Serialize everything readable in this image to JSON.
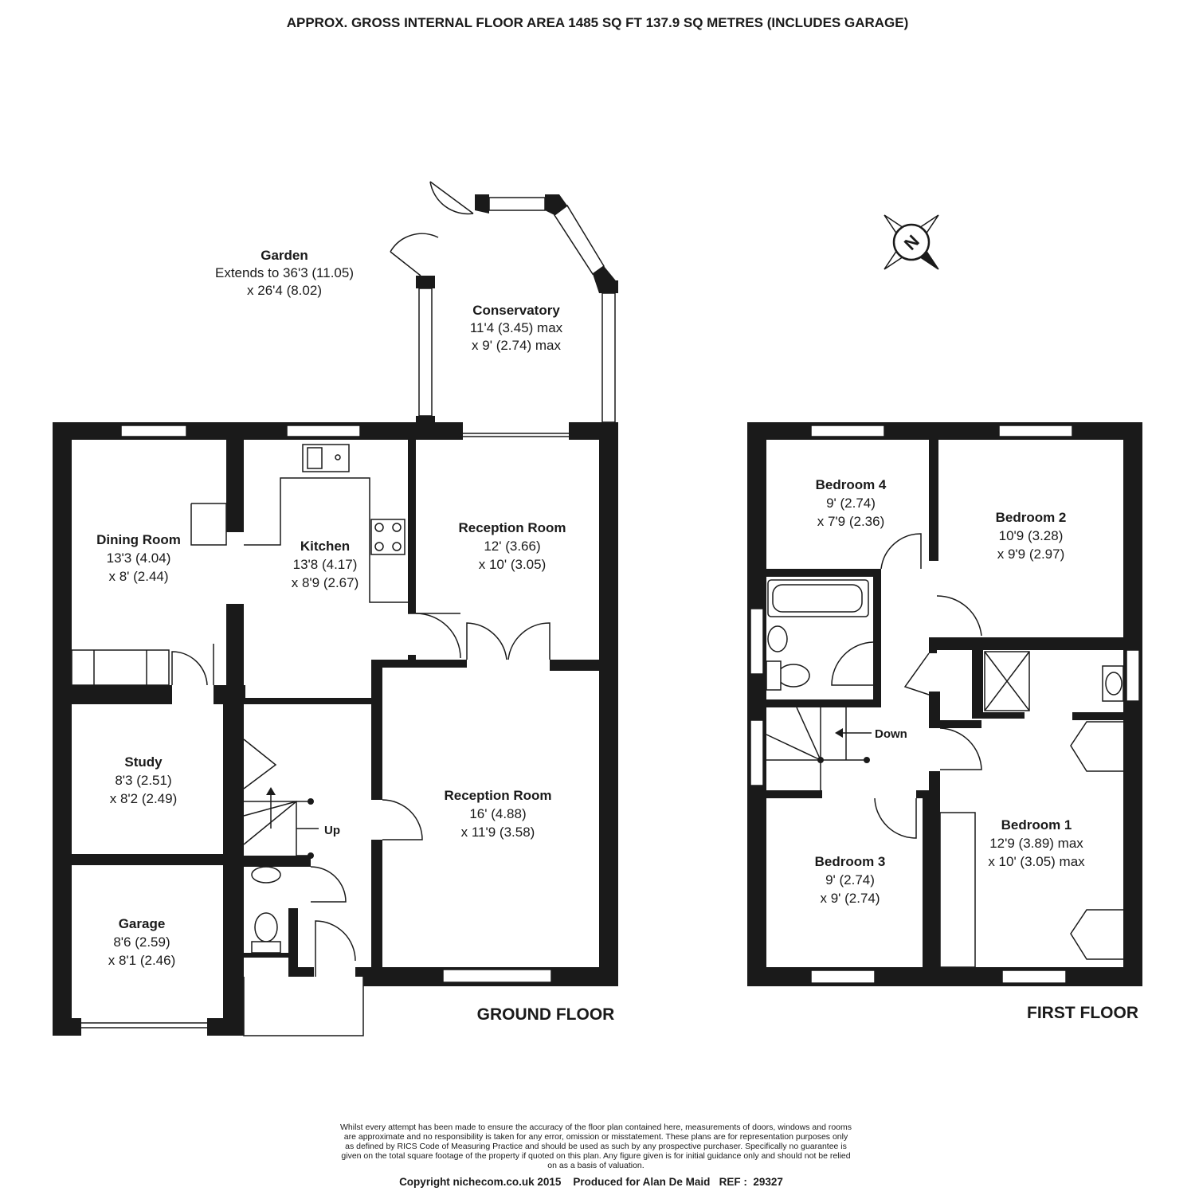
{
  "header": {
    "title": "APPROX. GROSS INTERNAL FLOOR AREA 1485 SQ FT 137.9 SQ METRES (INCLUDES GARAGE)"
  },
  "garden": {
    "name": "Garden",
    "dim1": "Extends to 36'3 (11.05)",
    "dim2": "x 26'4 (8.02)"
  },
  "rooms": {
    "conservatory": {
      "name": "Conservatory",
      "dim1": "11'4 (3.45) max",
      "dim2": "x 9' (2.74) max"
    },
    "dining_room": {
      "name": "Dining Room",
      "dim1": "13'3 (4.04)",
      "dim2": "x 8' (2.44)"
    },
    "kitchen": {
      "name": "Kitchen",
      "dim1": "13'8 (4.17)",
      "dim2": "x 8'9 (2.67)"
    },
    "reception_room_1": {
      "name": "Reception Room",
      "dim1": "12' (3.66)",
      "dim2": "x 10' (3.05)"
    },
    "study": {
      "name": "Study",
      "dim1": "8'3 (2.51)",
      "dim2": "x 8'2 (2.49)"
    },
    "reception_room_2": {
      "name": "Reception Room",
      "dim1": "16' (4.88)",
      "dim2": "x 11'9 (3.58)"
    },
    "garage": {
      "name": "Garage",
      "dim1": "8'6 (2.59)",
      "dim2": "x 8'1 (2.46)"
    },
    "bedroom_4": {
      "name": "Bedroom 4",
      "dim1": "9' (2.74)",
      "dim2": "x 7'9 (2.36)"
    },
    "bedroom_2": {
      "name": "Bedroom 2",
      "dim1": "10'9 (3.28)",
      "dim2": "x 9'9 (2.97)"
    },
    "bedroom_1": {
      "name": "Bedroom 1",
      "dim1": "12'9 (3.89) max",
      "dim2": "x 10' (3.05) max"
    },
    "bedroom_3": {
      "name": "Bedroom 3",
      "dim1": "9' (2.74)",
      "dim2": "x 9' (2.74)"
    }
  },
  "stairs": {
    "up_label": "Up",
    "down_label": "Down"
  },
  "floors": {
    "ground": "GROUND FLOOR",
    "first": "FIRST FLOOR"
  },
  "compass": {
    "letter": "N"
  },
  "disclaimer": {
    "lines": [
      "Whilst every attempt has been made to ensure the accuracy of the floor plan contained here, measurements of doors, windows and rooms",
      "are approximate and no responsibility is taken for any error, omission or misstatement. These plans are for representation purposes only",
      "as defined by RICS Code of Measuring Practice and should be used as such by any prospective purchaser.  Specifically no guarantee is",
      "given on the total square footage of the property if quoted on this plan. Any figure given is for initial guidance only and should not be relied",
      "on as a basis of valuation."
    ],
    "copyright": "Copyright nichecom.co.uk 2015    Produced for Alan De Maid   REF :  29327"
  }
}
